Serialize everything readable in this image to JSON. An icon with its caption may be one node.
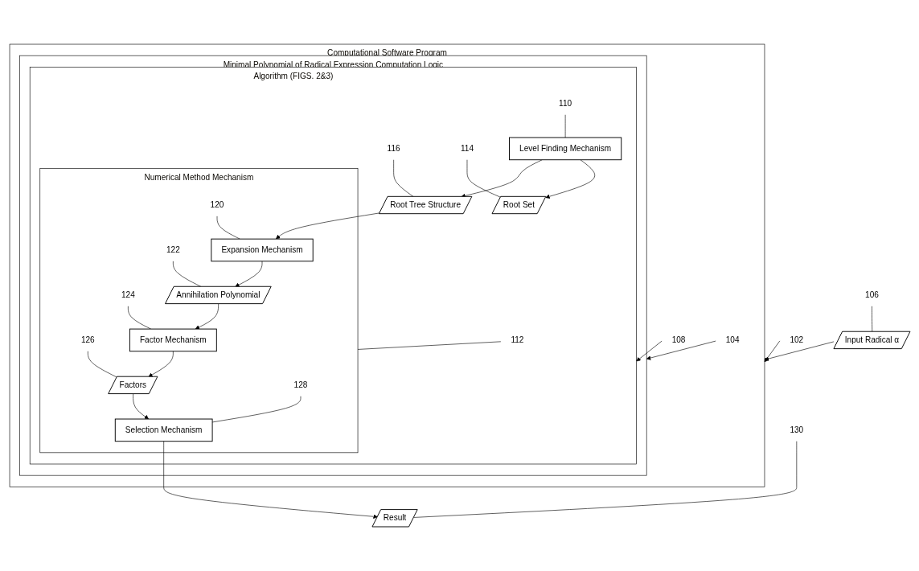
{
  "diagram": {
    "nodes": [
      {
        "text": [
          "Computational Software Program"
        ]
      },
      {
        "text": [
          "Minimal Polynomial of Radical Expression Computation Logic"
        ],
        "in": 0
      },
      {
        "text": [
          "Algorithm (FIGS. 2&3)"
        ],
        "in": 1
      },
      {
        "text": [
          "Level Finding Mechanism"
        ],
        "in": 2
      },
      {
        "text": [
          "Root Set"
        ],
        "in": 2
      },
      {
        "text": [
          "Root Tree Structure"
        ],
        "in": 2
      },
      {
        "text": [
          "Numerical Method Mechanism"
        ],
        "in": 2
      },
      {
        "text": [
          "Expansion Mechanism"
        ],
        "in": 6
      },
      {
        "text": [
          "Annihilation Polynomial"
        ],
        "in": 6
      },
      {
        "text": [
          "Factor Mechanism"
        ],
        "in": 6
      },
      {
        "text": [
          "Factors"
        ],
        "in": 6
      },
      {
        "text": [
          "Selection Mechanism"
        ],
        "in": 6
      },
      {
        "text": [
          "Input Radical α"
        ]
      },
      {
        "text": [
          "Result"
        ]
      },
      {
        "text": [
          "102"
        ]
      },
      {
        "text": [
          "104"
        ],
        "in": 0
      },
      {
        "text": [
          "106"
        ]
      },
      {
        "text": [
          "108"
        ],
        "in": 0
      },
      {
        "text": [
          "110"
        ],
        "in": 2
      },
      {
        "text": [
          "112"
        ],
        "in": 2
      },
      {
        "text": [
          "114"
        ],
        "in": 2
      },
      {
        "text": [
          "116"
        ],
        "in": 2
      },
      {
        "text": [
          "120"
        ],
        "in": 6
      },
      {
        "text": [
          "122"
        ],
        "in": 6
      },
      {
        "text": [
          "124"
        ],
        "in": 6
      },
      {
        "text": [
          "126"
        ],
        "in": 6
      },
      {
        "text": [
          "128"
        ],
        "in": 6
      },
      {
        "text": [
          "130"
        ]
      }
    ],
    "edges": [
      {
        "from": 12,
        "to": 0,
        "arrow": "to"
      },
      {
        "from": 3,
        "to": 4,
        "arrow": "to"
      },
      {
        "from": 3,
        "to": 5,
        "arrow": "to"
      },
      {
        "from": 5,
        "to": 7,
        "arrow": "to"
      },
      {
        "from": 7,
        "to": 8,
        "arrow": "to"
      },
      {
        "from": 8,
        "to": 9,
        "arrow": "to"
      },
      {
        "from": 9,
        "to": 10,
        "arrow": "to"
      },
      {
        "from": 10,
        "to": 11,
        "arrow": "to"
      },
      {
        "from": 11,
        "to": 13,
        "arrow": "to"
      },
      {
        "from": 14,
        "to": 0,
        "arrow": "to"
      },
      {
        "from": 15,
        "to": 1,
        "arrow": "to"
      },
      {
        "from": 16,
        "to": 12,
        "arrow": "none"
      },
      {
        "from": 17,
        "to": 2,
        "arrow": "to"
      },
      {
        "from": 18,
        "to": 3,
        "arrow": "none"
      },
      {
        "from": 19,
        "to": 6,
        "arrow": "none"
      },
      {
        "from": 20,
        "to": 4,
        "arrow": "none"
      },
      {
        "from": 21,
        "to": 5,
        "arrow": "none"
      },
      {
        "from": 22,
        "to": 7,
        "arrow": "none"
      },
      {
        "from": 23,
        "to": 8,
        "arrow": "none"
      },
      {
        "from": 24,
        "to": 9,
        "arrow": "none"
      },
      {
        "from": 25,
        "to": 10,
        "arrow": "none"
      },
      {
        "from": 26,
        "to": 11,
        "arrow": "none"
      },
      {
        "from": 27,
        "to": 13,
        "arrow": "none"
      }
    ]
  }
}
